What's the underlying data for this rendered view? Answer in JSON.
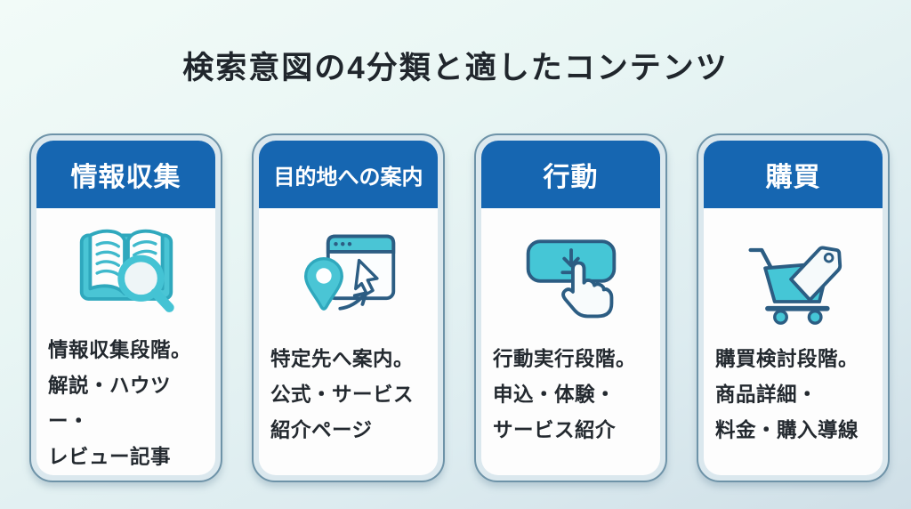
{
  "title": "検索意図の4分類と適したコンテンツ",
  "colors": {
    "header_blue": "#1666b1",
    "icon_teal": "#4ac5d5",
    "icon_teal_outline": "#2fa8bd",
    "icon_navy_outline": "#2c5d83",
    "frame_border": "#6e93a8",
    "frame_fill": "#dbe8ee",
    "card_bg": "#fdfdfd",
    "text_dark": "#23292f",
    "bg_top": "#f2fbf8",
    "bg_bottom": "#cfdfe7"
  },
  "cards": [
    {
      "header": "情報収集",
      "icon": "book-search-icon",
      "lines": [
        "情報収集段階。",
        "解説・ハウツー・",
        "レビュー記事"
      ]
    },
    {
      "header": "目的地への案内",
      "icon": "browser-pin-icon",
      "lines": [
        "特定先へ案内。",
        "公式・サービス",
        "紹介ページ"
      ]
    },
    {
      "header": "行動",
      "icon": "click-button-icon",
      "lines": [
        "行動実行段階。",
        "申込・体験・",
        "サービス紹介"
      ]
    },
    {
      "header": "購買",
      "icon": "cart-tag-icon",
      "lines": [
        "購買検討段階。",
        "商品詳細・",
        "料金・購入導線"
      ]
    }
  ]
}
